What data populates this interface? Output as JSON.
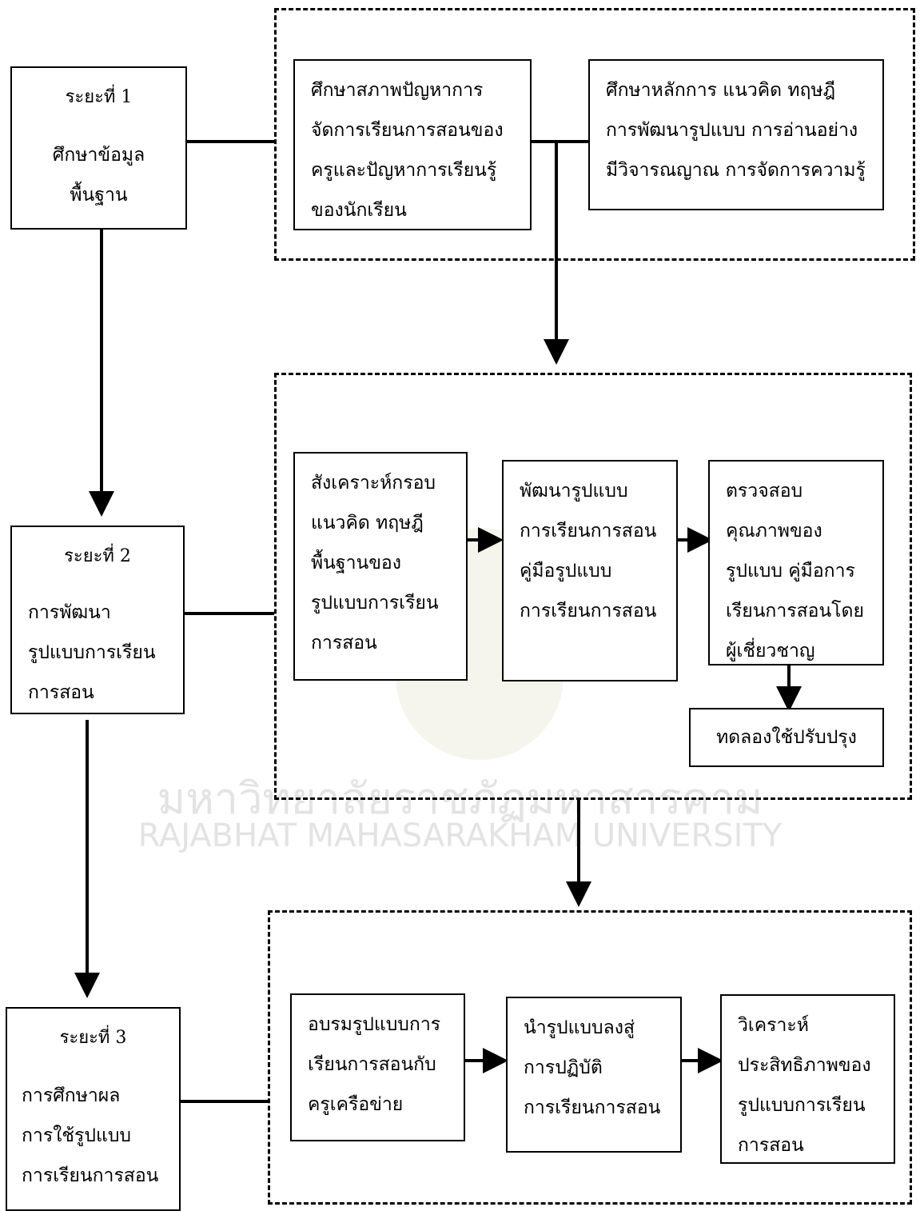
{
  "watermark": {
    "thai": "มหาวิทยาลัยราชภัฏมหาสารคาม",
    "english": "RAJABHAT MAHASARAKHAM UNIVERSITY"
  },
  "phases": [
    {
      "title": "ระยะที่ 1",
      "body": "ศึกษาข้อมูล\nพื้นฐาน"
    },
    {
      "title": "ระยะที่ 2",
      "body": "การพัฒนา\nรูปแบบการเรียน\nการสอน"
    },
    {
      "title": "ระยะที่ 3",
      "body": "การศึกษาผล\nการใช้รูปแบบ\nการเรียนการสอน"
    }
  ],
  "group1": {
    "box_a": "ศึกษาสภาพปัญหาการ\nจัดการเรียนการสอนของ\nครูและปัญหาการเรียนรู้\nของนักเรียน",
    "box_b": "ศึกษาหลักการ แนวคิด ทฤษฎี\nการพัฒนารูปแบบ การอ่านอย่าง\nมีวิจารณญาณ  การจัดการความรู้"
  },
  "group2": {
    "box_a": "สังเคราะห์กรอบ\nแนวคิด ทฤษฎี\nพื้นฐานของ\nรูปแบบการเรียน\nการสอน",
    "box_b": "พัฒนารูปแบบ\nการเรียนการสอน\nคู่มือรูปแบบ\nการเรียนการสอน",
    "box_c": "ตรวจสอบ\nคุณภาพของ\nรูปแบบ  คู่มือการ\nเรียนการสอนโดย\nผู้เชี่ยวชาญ",
    "box_d": "ทดลองใช้ปรับปรุง"
  },
  "group3": {
    "box_a": "อบรมรูปแบบการ\nเรียนการสอนกับ\nครูเครือข่าย",
    "box_b": "นำรูปแบบลงสู่\nการปฏิบัติ\nการเรียนการสอน",
    "box_c": "วิเคราะห์\nประสิทธิภาพของ\nรูปแบบการเรียน\nการสอน"
  }
}
